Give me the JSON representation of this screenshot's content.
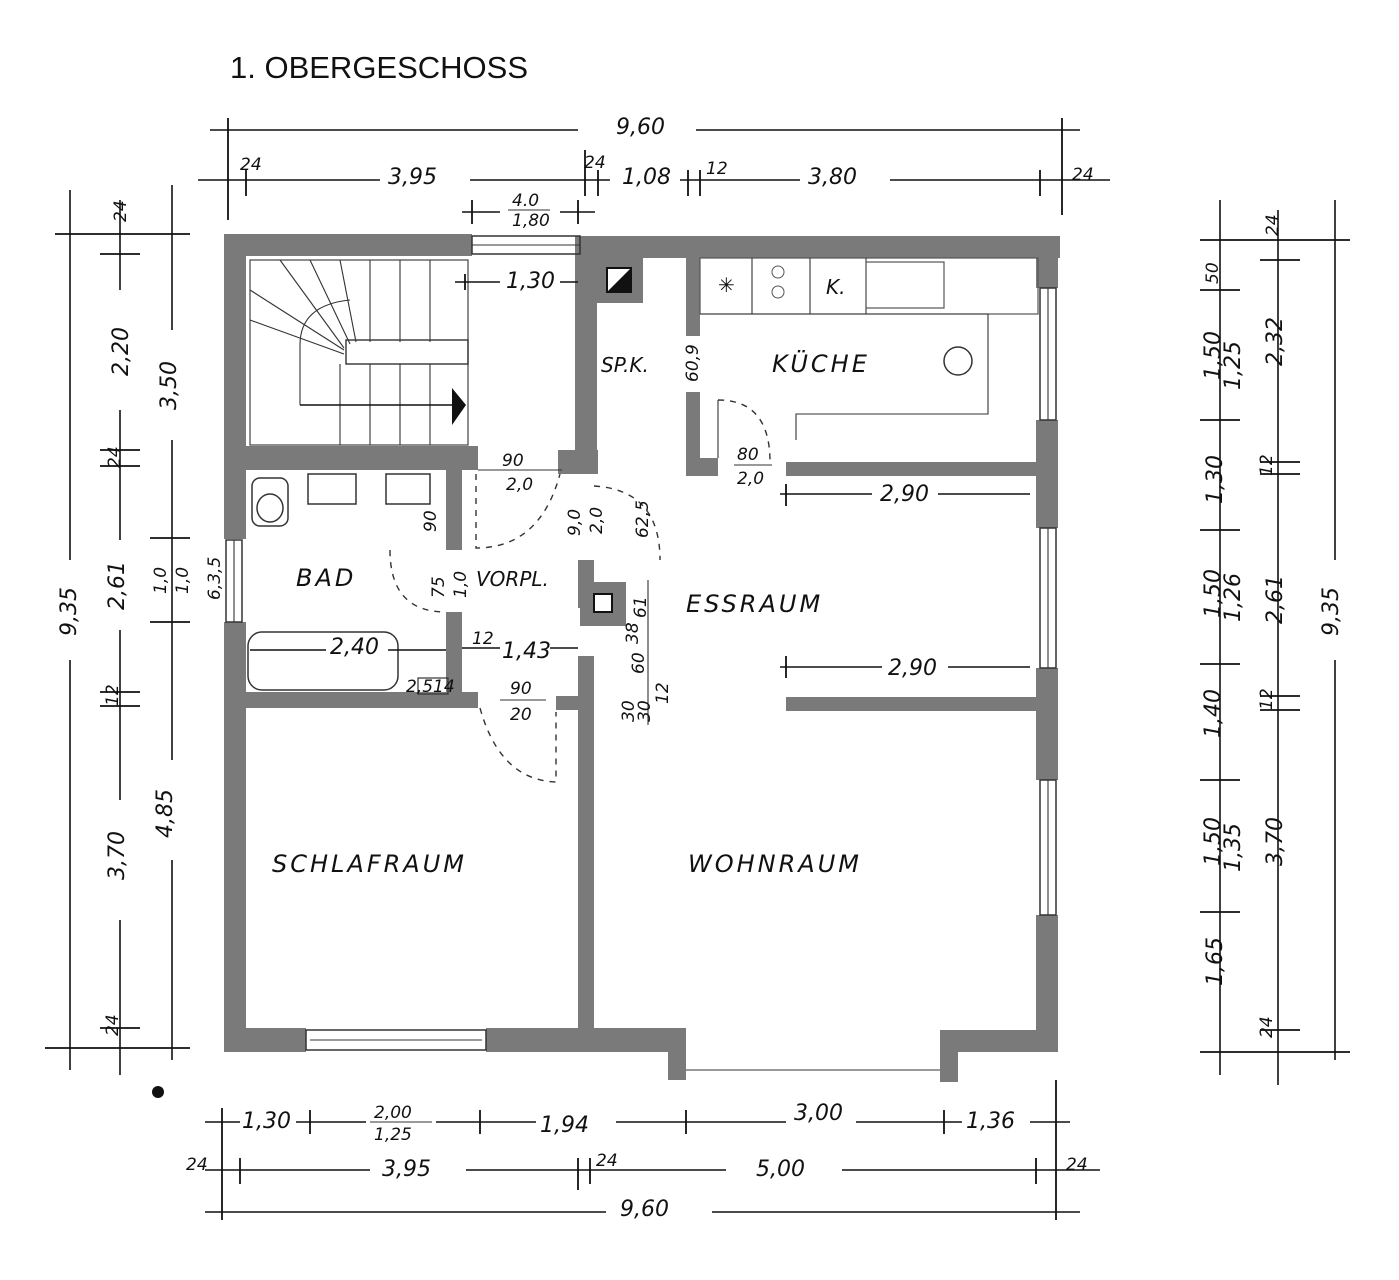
{
  "title": "1. OBERGESCHOSS",
  "rooms": {
    "kueche": "KÜCHE",
    "spk": "SP.K.",
    "bad": "BAD",
    "vorpl": "VORPL.",
    "essraum": "ESSRAUM",
    "schlafraum": "SCHLAFRAUM",
    "wohnraum": "WOHNRAUM",
    "kitchen_k": "K."
  },
  "dims_top": {
    "total": "9,60",
    "a": "24",
    "b": "3,95",
    "c": "24",
    "d": "1,08",
    "e": "12",
    "f": "3,80",
    "g": "24",
    "win_top": "4.0",
    "win_bot": "1,80"
  },
  "dims_bottom": {
    "a": "1,30",
    "b_top": "2,00",
    "b_bot": "1,25",
    "c": "1,94",
    "d": "3,00",
    "e": "1,36",
    "f": "24",
    "g": "3,95",
    "h": "24",
    "i": "5,00",
    "j": "24",
    "total": "9,60"
  },
  "dims_left": {
    "a": "24",
    "b": "2,20",
    "c": "3,50",
    "d": "24",
    "e": "2,61",
    "f": "1,0",
    "g": "1,0",
    "h": "12",
    "i": "3,70",
    "j": "4,85",
    "k": "24",
    "total": "9,35",
    "l": "6,3,5"
  },
  "dims_right": {
    "a": "24",
    "b": "50",
    "c": "1,50",
    "d": "1,25",
    "e": "2,32",
    "f": "1,30",
    "g": "12",
    "h": "1,50",
    "i": "1,26",
    "j": "2,61",
    "k": "12",
    "l": "1,40",
    "m": "1,50",
    "n": "1,35",
    "o": "3,70",
    "p": "1,65",
    "q": "24",
    "total": "9,35"
  },
  "dims_inner": {
    "stair": "1,30",
    "door_kueche_top": "80",
    "door_kueche_bot": "2,0",
    "door_bad_top": "90",
    "door_bad_bot": "2,0",
    "ess_top": "2,90",
    "ess_mid": "2,90",
    "bath_len": "2,40",
    "bath_w": "12",
    "hall": "1,43",
    "door_schlaf_top": "90",
    "door_schlaf_bot": "20",
    "spk_door": "60,9",
    "vor_a": "90",
    "vor_b": "75",
    "vor_c": "1,0",
    "vor_d": "9,0",
    "vor_e": "2,0",
    "vor_f": "62,5",
    "bath_small": "2,514",
    "shaft_a": "61",
    "shaft_b": "38",
    "shaft_c": "60",
    "shaft_d": "30",
    "shaft_e": "12",
    "shaft_f": "30"
  }
}
